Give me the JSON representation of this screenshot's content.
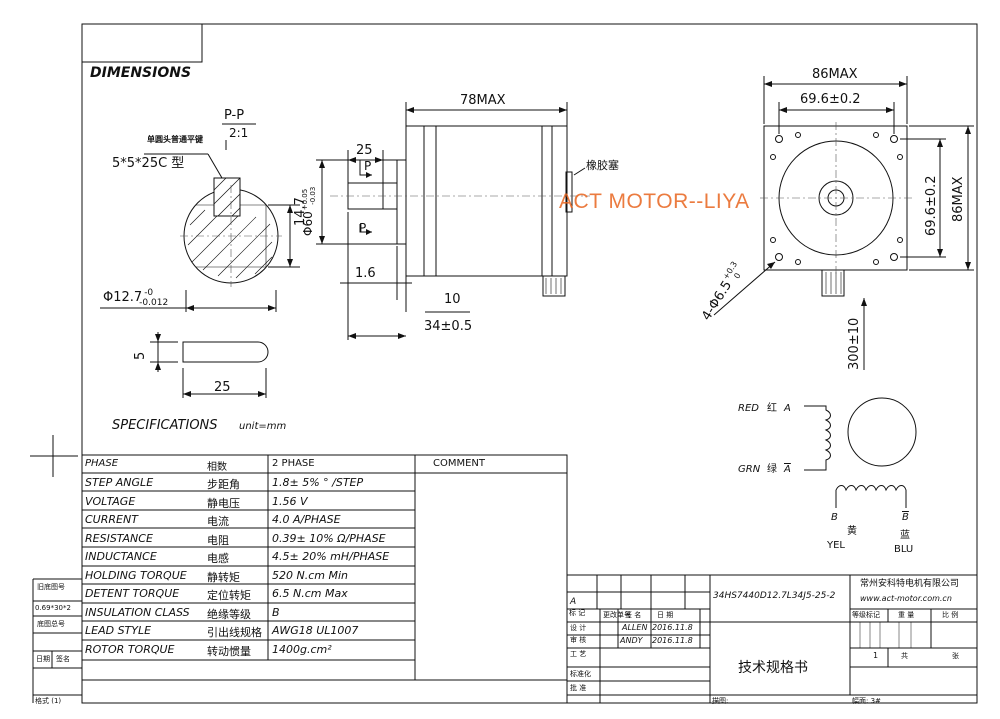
{
  "headings": {
    "dimensions": "DIMENSIONS",
    "specifications": "SPECIFICATIONS",
    "unit": "unit=mm"
  },
  "section": {
    "title": "P-P",
    "scale": "2:1",
    "key_cn": "单圆头普通平键",
    "key": "5*5*25C 型"
  },
  "dims": {
    "shaft_dia": "Φ12.7",
    "shaft_tol_top": "-0",
    "shaft_tol_bot": "-0.012",
    "flat": "14.7",
    "key_thick": "5",
    "key_len": "25",
    "length": "78MAX",
    "flat_len": "25",
    "pilot_dia": "Φ60",
    "pilot_tol_top": "+0.05",
    "pilot_tol_bot": "-0.03",
    "p_top": "P",
    "p_bot": "P",
    "pilot_height": "1.6",
    "pilot_off": "10",
    "shaft_len": "34±0.5",
    "rubber": "橡胶塞",
    "width": "86MAX",
    "hole_pitch": "69.6±0.2",
    "hole_pitch_v": "69.6±0.2",
    "height": "86MAX",
    "holes": "4-Φ6.5",
    "holes_tol_top": "+0.3",
    "holes_tol_bot": "0",
    "lead": "300±10"
  },
  "watermark": "ACT MOTOR--LIYA",
  "table": {
    "header": [
      "PHASE",
      "相数",
      "2  PHASE",
      "COMMENT"
    ],
    "rows": [
      [
        "STEP ANGLE",
        "步距角",
        "1.8± 5% ° /STEP"
      ],
      [
        "VOLTAGE",
        "静电压",
        "1.56  V"
      ],
      [
        "CURRENT",
        "电流",
        "4.0  A/PHASE"
      ],
      [
        "RESISTANCE",
        "电阻",
        "0.39± 10%  Ω/PHASE"
      ],
      [
        "INDUCTANCE",
        "电感",
        "4.5± 20% mH/PHASE"
      ],
      [
        "HOLDING TORQUE",
        "静转矩",
        "520  N.cm Min"
      ],
      [
        "DETENT TORQUE",
        "定位转矩",
        "6.5 N.cm Max"
      ],
      [
        "INSULATION CLASS",
        "绝缘等级",
        "B"
      ],
      [
        "LEAD STYLE",
        "引出线规格",
        "AWG18 UL1007"
      ],
      [
        "ROTOR TORQUE",
        "转动惯量",
        "1400g.cm²"
      ]
    ]
  },
  "wiring": {
    "red": "RED",
    "red_cn": "红",
    "a": "A",
    "grn": "GRN",
    "grn_cn": "绿",
    "abar": "A",
    "b": "B",
    "bbar": "B",
    "yel_cn": "黄",
    "yel": "YEL",
    "blu_cn": "蓝",
    "blu": "BLU"
  },
  "title_block": {
    "model": "34HS7440D12.7L34J5-25-2",
    "company": "常州安科特电机有限公司",
    "website": "www.act-motor.com.cn",
    "mark_a": "A",
    "change_no": "更改单号",
    "sign": "签 名",
    "date": "日 期",
    "mark": "标\n记",
    "design": "设  计",
    "check": "审  核",
    "process": "工  艺",
    "standard": "标准化",
    "approve": "批  准",
    "designer": "ALLEN",
    "design_date": "2016.11.8",
    "checker": "ANDY",
    "check_date": "2016.11.8",
    "doc_title": "技术规格书",
    "grade": "等级标记",
    "weight": "重   量",
    "ratio": "比   例",
    "sheet_no": "1",
    "total": "共",
    "sheet_word": "张",
    "drawer": "描图:",
    "frame": "幅面: 3#"
  },
  "side": {
    "old_no": "旧底图号",
    "size": "0.69*30*2",
    "base_no": "底图总号",
    "date": "日期",
    "sign": "签名",
    "format": "格式 (1)"
  }
}
